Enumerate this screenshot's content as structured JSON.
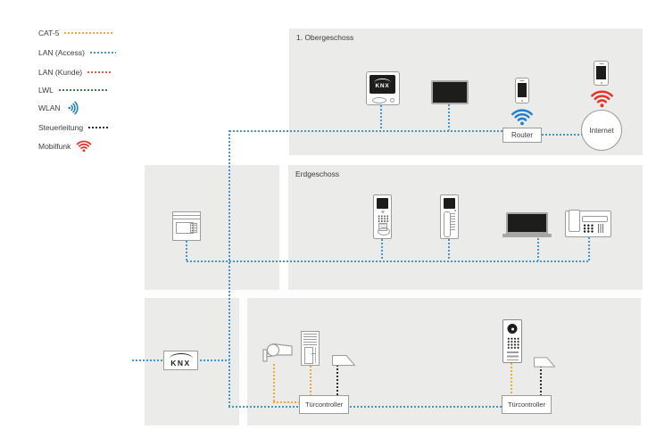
{
  "legend": {
    "items": [
      {
        "label": "CAT-5",
        "type": "line",
        "color": "#F5A733"
      },
      {
        "label": "LAN (Access)",
        "type": "line",
        "color": "#4295D2"
      },
      {
        "label": "LAN (Kunde)",
        "type": "line",
        "color": "#E8573F"
      },
      {
        "label": "LWL",
        "type": "line",
        "color": "#41803E"
      },
      {
        "label": "WLAN",
        "type": "wifi-icon",
        "color": "#1E7FD0"
      },
      {
        "label": "Steuerleitung",
        "type": "line",
        "color": "#2B2B2B"
      },
      {
        "label": "Mobilfunk",
        "type": "wifi-icon",
        "color": "#E5322B"
      }
    ]
  },
  "panels": {
    "obergeschoss": {
      "title": "1. Obergeschoss"
    },
    "erdgeschoss": {
      "title": "Erdgeschoss"
    }
  },
  "devices": {
    "knx_touchpanel": {
      "logo": "KNX"
    },
    "router": {
      "label": "Router"
    },
    "internet": {
      "label": "Internet"
    },
    "knx_box": {
      "logo": "KNX"
    },
    "turcontroller_left": {
      "label": "Türcontroller"
    },
    "turcontroller_right": {
      "label": "Türcontroller"
    }
  },
  "colors": {
    "panel_background": "#EBEBE9",
    "lan_access_blue": "#4295D2",
    "cat5_orange": "#F5A733",
    "lan_kunde_red": "#E8573F",
    "lwl_green": "#41803E",
    "steuerleitung_black": "#2B2B2B",
    "wlan_blue": "#1E7FD0",
    "mobilfunk_red": "#E5322B",
    "device_border_gray": "#9C9C9B",
    "screen_black": "#1D1D1B",
    "text_gray": "#3B3B3A"
  }
}
